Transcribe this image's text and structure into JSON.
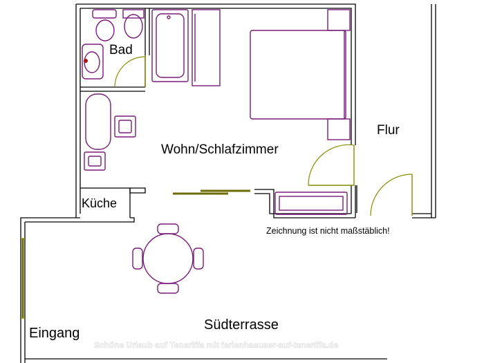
{
  "rooms": {
    "bath": "Bad",
    "living": "Wohn/Schlafzimmer",
    "hall": "Flur",
    "kitchen": "Küche",
    "terrace": "Südterrasse",
    "entrance": "Eingang"
  },
  "note": "Zeichnung ist nicht maßstäblich!",
  "watermark": "Schöne Urlaub auf Teneriffa mit ferienhaeuser-auf-teneriffa.de",
  "colors": {
    "walls": "#000000",
    "furniture": "#7a1a7a",
    "doors": "#8a8a00"
  }
}
